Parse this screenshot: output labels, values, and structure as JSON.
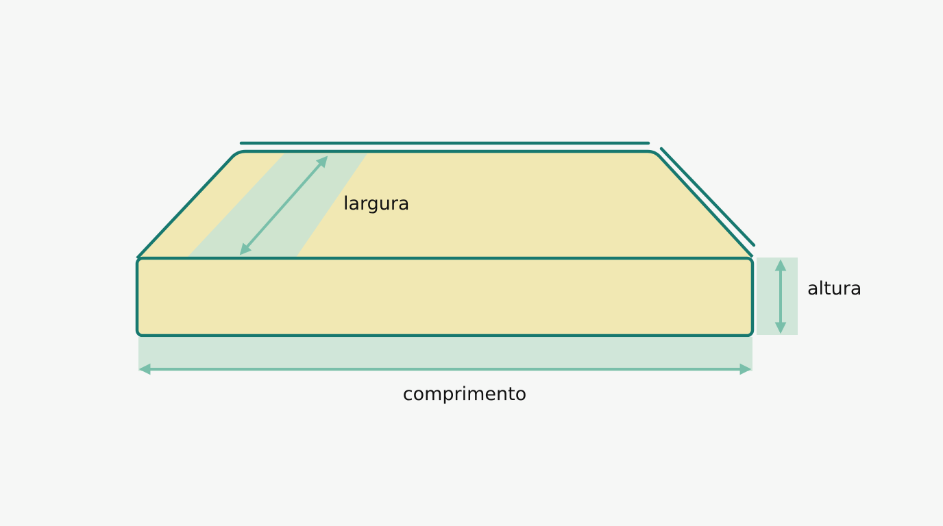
{
  "diagram": {
    "labels": {
      "width": "largura",
      "height": "altura",
      "length": "comprimento"
    }
  },
  "colors": {
    "background": "#f6f7f6",
    "outline": "#17786f",
    "fill": "#f1e8b3",
    "band": "#c9e3d3",
    "arrow": "#79bfaa",
    "text": "#111111"
  }
}
